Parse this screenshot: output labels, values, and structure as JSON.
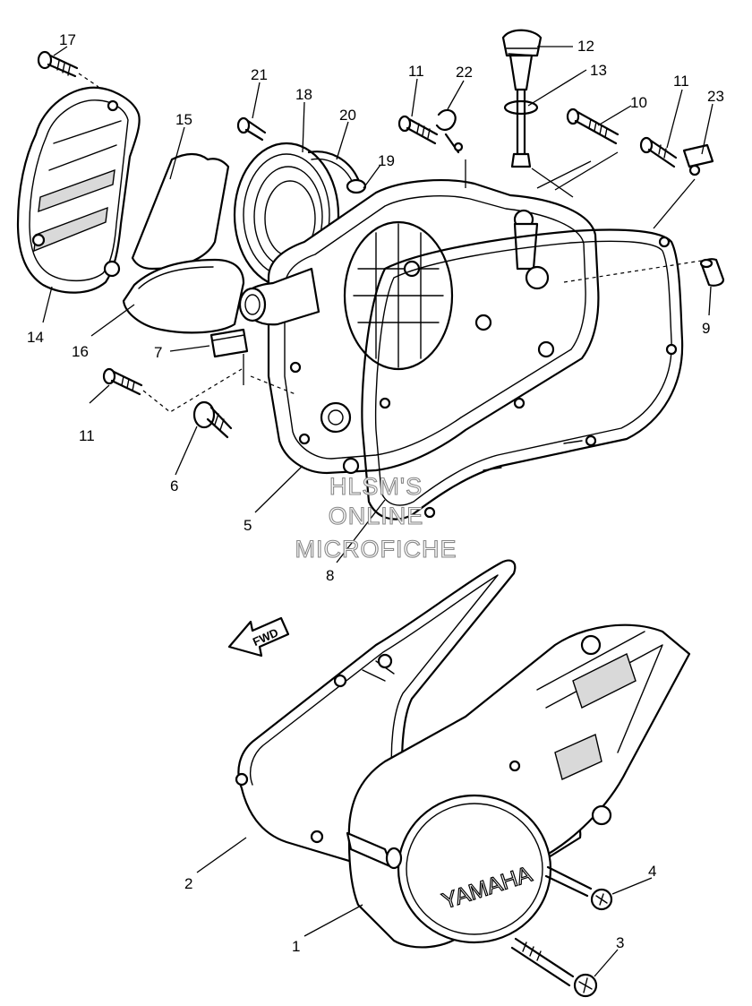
{
  "watermark": {
    "line1": "HLSM'S",
    "line2": "ONLINE",
    "line3": "MICROFICHE"
  },
  "direction_label": "FWD",
  "brand_logo": "YAMAHA",
  "callouts": [
    {
      "id": "c17",
      "label": "17"
    },
    {
      "id": "c21",
      "label": "21"
    },
    {
      "id": "c18",
      "label": "18"
    },
    {
      "id": "c15",
      "label": "15"
    },
    {
      "id": "c20",
      "label": "20"
    },
    {
      "id": "c19",
      "label": "19"
    },
    {
      "id": "c11a",
      "label": "11"
    },
    {
      "id": "c22",
      "label": "22"
    },
    {
      "id": "c12",
      "label": "12"
    },
    {
      "id": "c13",
      "label": "13"
    },
    {
      "id": "c10",
      "label": "10"
    },
    {
      "id": "c11b",
      "label": "11"
    },
    {
      "id": "c23",
      "label": "23"
    },
    {
      "id": "c14",
      "label": "14"
    },
    {
      "id": "c16",
      "label": "16"
    },
    {
      "id": "c7",
      "label": "7"
    },
    {
      "id": "c9",
      "label": "9"
    },
    {
      "id": "c11c",
      "label": "11"
    },
    {
      "id": "c6",
      "label": "6"
    },
    {
      "id": "c5",
      "label": "5"
    },
    {
      "id": "c8",
      "label": "8"
    },
    {
      "id": "c2",
      "label": "2"
    },
    {
      "id": "c4",
      "label": "4"
    },
    {
      "id": "c1",
      "label": "1"
    },
    {
      "id": "c3",
      "label": "3"
    }
  ]
}
